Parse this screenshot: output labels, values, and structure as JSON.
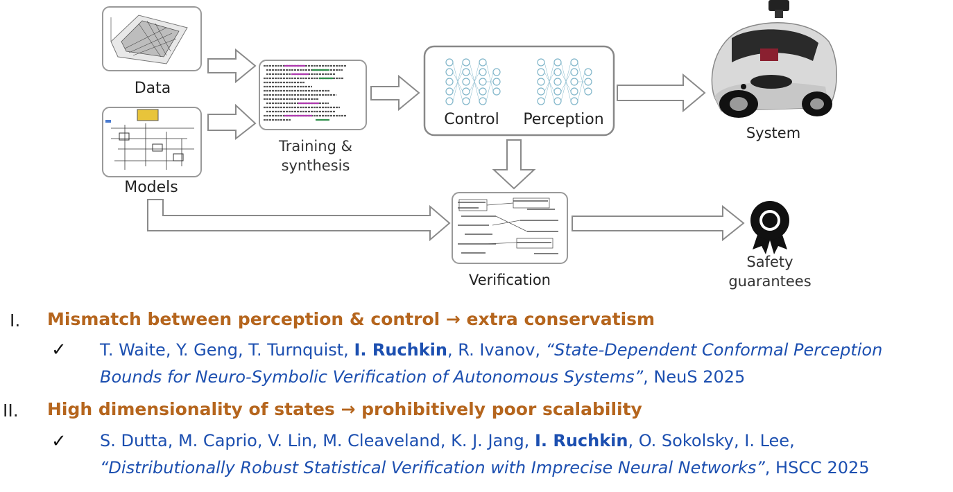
{
  "diagram": {
    "data_label": "Data",
    "models_label": "Models",
    "training_label_line1": "Training &",
    "training_label_line2": "synthesis",
    "control_label": "Control",
    "perception_label": "Perception",
    "system_label": "System",
    "verification_label": "Verification",
    "safety_label_line1": "Safety",
    "safety_label_line2": "guarantees"
  },
  "challenges": [
    {
      "numeral": "I.",
      "heading": "Mismatch between perception & control → extra conservatism",
      "check": "✓",
      "ref_authors_pre": "T. Waite, Y. Geng, T. Turnquist, ",
      "ref_authors_bold": "I. Ruchkin",
      "ref_authors_post": ", R. Ivanov, ",
      "ref_title_line1": "“State-Dependent Conformal Perception",
      "ref_title_line2": "Bounds for Neuro-Symbolic Verification of Autonomous Systems”",
      "ref_venue": ", NeuS 2025"
    },
    {
      "numeral": "II.",
      "heading": "High dimensionality of states → prohibitively poor scalability",
      "check": "✓",
      "ref_authors_pre": "S. Dutta, M. Caprio, V. Lin, M. Cleaveland, K. J. Jang, ",
      "ref_authors_bold": "I. Ruchkin",
      "ref_authors_post": ", O. Sokolsky, I. Lee,",
      "ref_title_line2": "“Distributionally Robust Statistical Verification with Imprecise Neural Networks”",
      "ref_venue": ", HSCC 2025"
    }
  ]
}
